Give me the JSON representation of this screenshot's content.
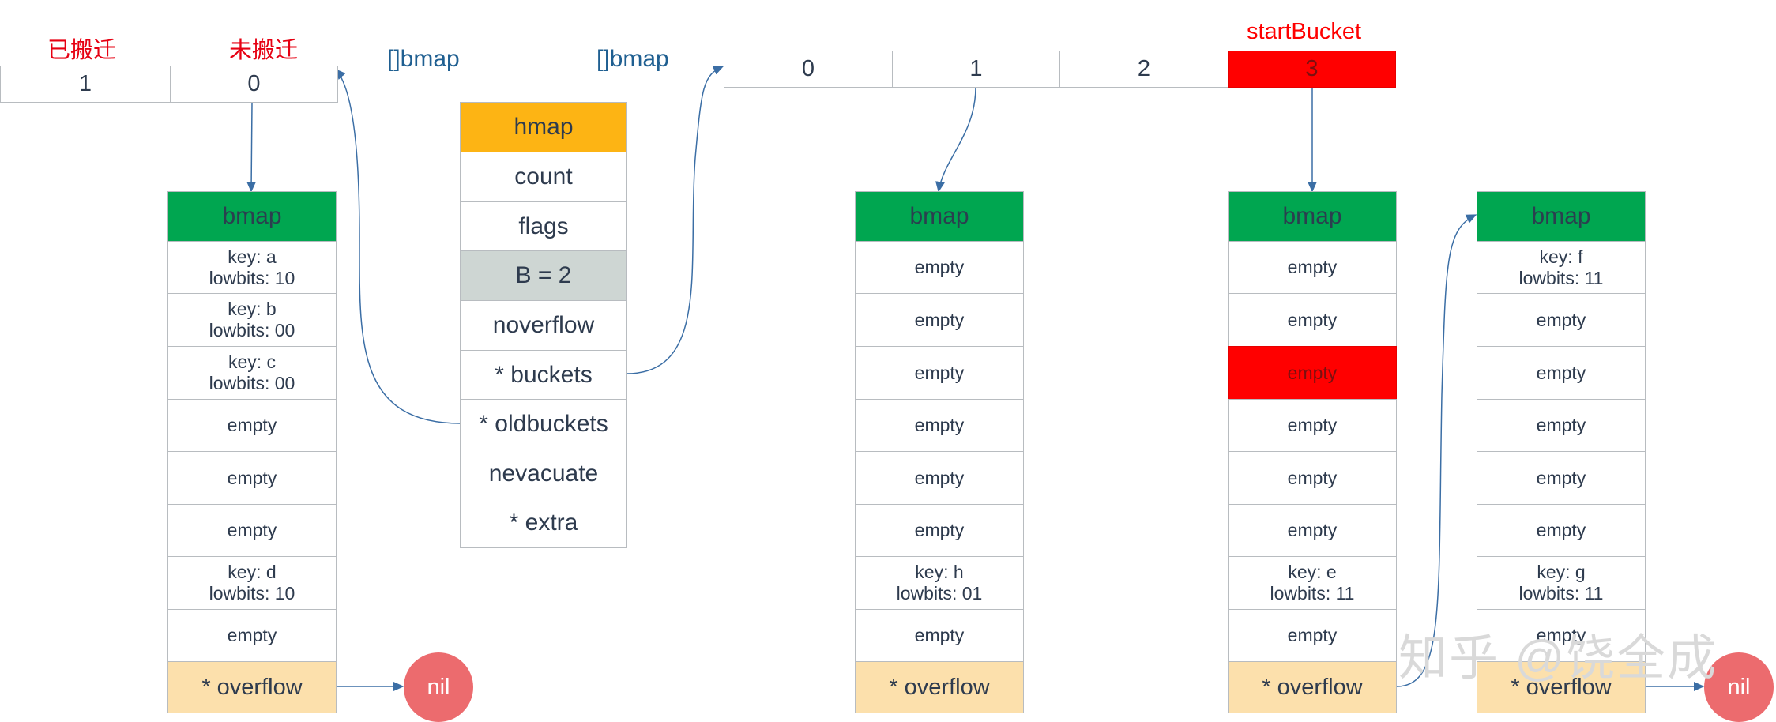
{
  "old_array": {
    "labels": [
      "已搬迁",
      "未搬迁"
    ],
    "type_label": "[]bmap",
    "cells": [
      "1",
      "0"
    ]
  },
  "new_array": {
    "type_label": "[]bmap",
    "start_label": "startBucket",
    "cells": [
      "0",
      "1",
      "2",
      "3"
    ]
  },
  "hmap": {
    "title": "hmap",
    "fields": [
      "count",
      "flags",
      "B = 2",
      "noverflow",
      "* buckets",
      "* oldbuckets",
      "nevacuate",
      "* extra"
    ]
  },
  "buckets": [
    {
      "title": "bmap",
      "slots": [
        "key: a\nlowbits: 10",
        "key: b\nlowbits: 00",
        "key: c\nlowbits: 00",
        "empty",
        "empty",
        "empty",
        "key: d\nlowbits: 10",
        "empty"
      ],
      "overflow": "* overflow"
    },
    {
      "title": "bmap",
      "slots": [
        "empty",
        "empty",
        "empty",
        "empty",
        "empty",
        "empty",
        "key: h\nlowbits: 01",
        "empty"
      ],
      "overflow": "* overflow"
    },
    {
      "title": "bmap",
      "slots": [
        "empty",
        "empty",
        "empty",
        "empty",
        "empty",
        "empty",
        "key: e\nlowbits: 11",
        "empty"
      ],
      "overflow": "* overflow"
    },
    {
      "title": "bmap",
      "slots": [
        "key: f\nlowbits: 11",
        "empty",
        "empty",
        "empty",
        "empty",
        "empty",
        "key: g\nlowbits: 11",
        "empty"
      ],
      "overflow": "* overflow"
    }
  ],
  "nil_labels": [
    "nil",
    "nil"
  ],
  "watermark": "知乎 @饶全成",
  "colors": {
    "bmap_header": "#00a650",
    "hmap_header": "#fdb414",
    "overflow": "#fce0ac",
    "highlight": "#ff0000",
    "nil": "#ec6b6e",
    "b_field": "#ced6d3"
  }
}
